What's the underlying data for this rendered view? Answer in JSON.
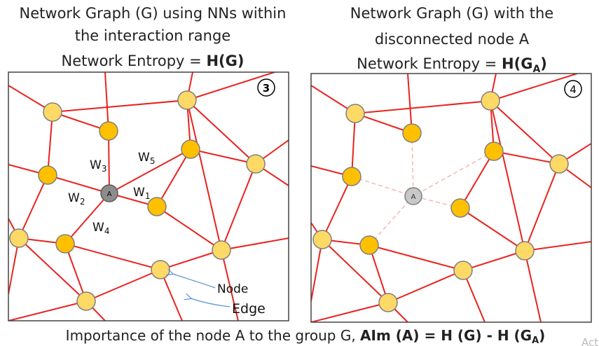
{
  "left": {
    "title_line1": "Network Graph (G) using NNs within",
    "title_line2": "the interaction range",
    "entropy_prefix": "Network Entropy = ",
    "entropy_value": "H(G)",
    "panel_number": "3",
    "node_a_label": "A",
    "weights": [
      {
        "name": "w3",
        "base": "W",
        "sub": "3"
      },
      {
        "name": "w5",
        "base": "W",
        "sub": "5"
      },
      {
        "name": "w2",
        "base": "W",
        "sub": "2"
      },
      {
        "name": "w1",
        "base": "W",
        "sub": "1"
      },
      {
        "name": "w4",
        "base": "W",
        "sub": "4"
      }
    ],
    "legend_node": "Node",
    "legend_edge": "Edge"
  },
  "right": {
    "title_line1": "Network Graph (G) with the",
    "title_line2": "disconnected node A",
    "entropy_prefix": "Network Entropy = ",
    "entropy_value_base": "H(G",
    "entropy_value_sub": "A",
    "entropy_value_end": ")",
    "panel_number": "4",
    "node_a_label": "A"
  },
  "footer": {
    "prefix": "Importance of the node A to the group G, ",
    "bold_part1": "AIm (A) = H (G) - H (G",
    "bold_sub": "A",
    "bold_end": ")",
    "watermark": "Act"
  },
  "colors": {
    "edge": "#e8231f",
    "dashed_edge": "#f4b6b4",
    "node_light": "#ffd966",
    "node_dark": "#ffc000",
    "node_a_active": "#8c8c8c",
    "node_a_inactive": "#c8c8c8",
    "legend_arrow": "#5b8fd6"
  }
}
